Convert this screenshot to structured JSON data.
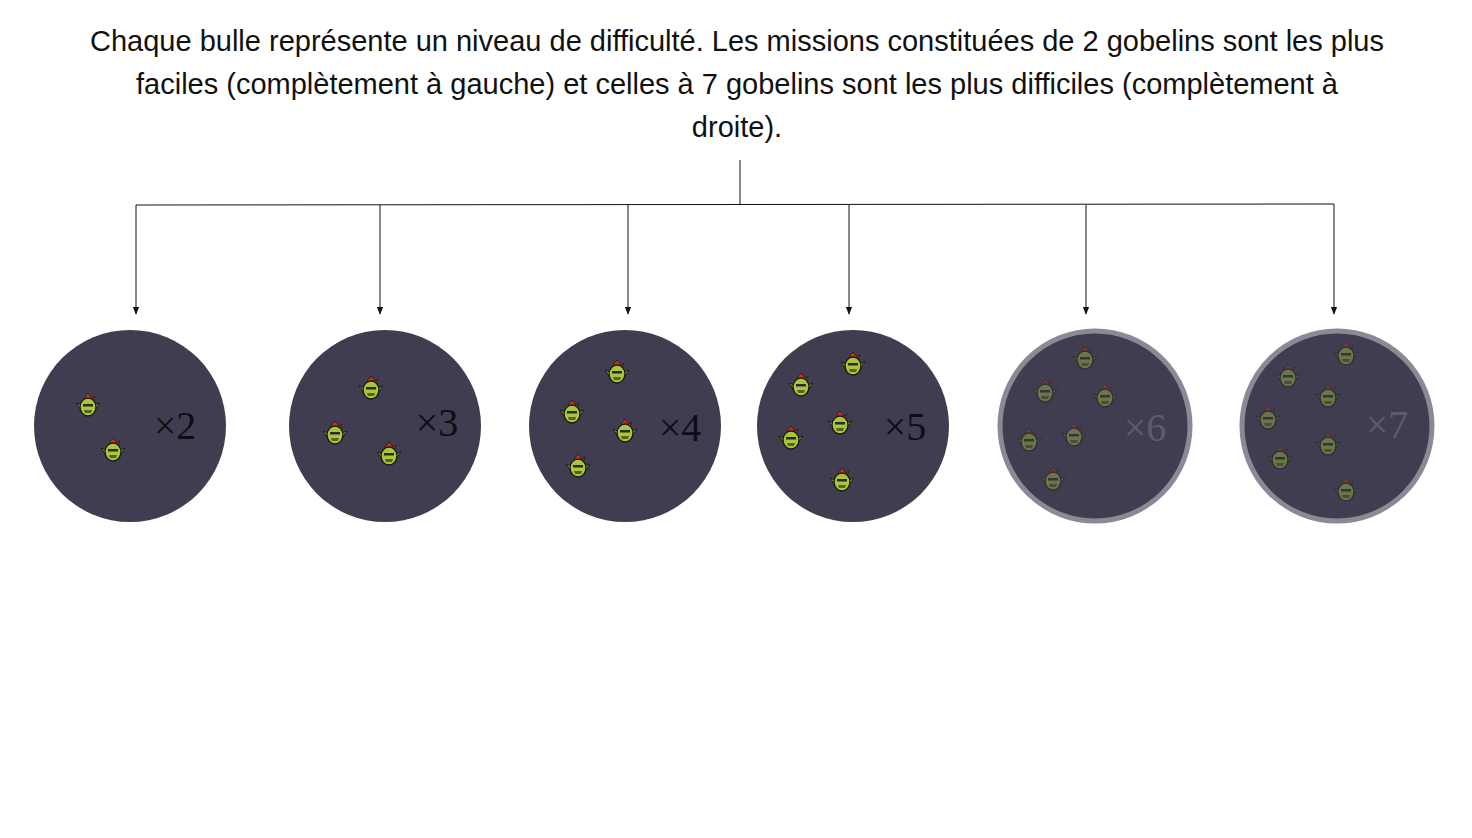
{
  "diagram": {
    "title": "Chaque bulle représente un niveau de difficulté. Les missions constituées de 2 gobelins sont les plus faciles (complètement à gauche) et celles à 7 gobelins sont les plus difficiles (complètement à droite).",
    "nodes": [
      {
        "text": [
          "×2"
        ]
      },
      {
        "text": [
          "×3"
        ]
      },
      {
        "text": [
          "×4"
        ]
      },
      {
        "text": [
          "×5"
        ]
      },
      {
        "text": [
          "×6"
        ]
      },
      {
        "text": [
          "×7"
        ]
      }
    ]
  }
}
